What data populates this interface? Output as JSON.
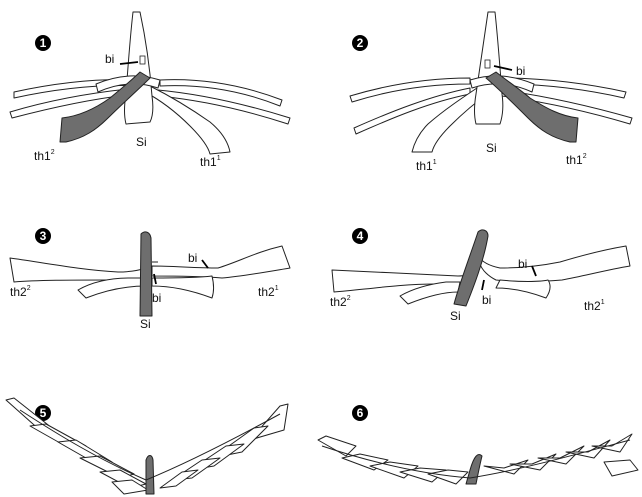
{
  "figure": {
    "panels": [
      {
        "number": "1",
        "labels": {
          "bi": "bi",
          "si": "Si",
          "left": "th1",
          "left_sup": "2",
          "right": "th1",
          "right_sup": "1"
        }
      },
      {
        "number": "2",
        "labels": {
          "bi": "bi",
          "si": "Si",
          "left": "th1",
          "left_sup": "1",
          "right": "th1",
          "right_sup": "2"
        }
      },
      {
        "number": "3",
        "labels": {
          "bi_upper": "bi",
          "bi_lower": "bi",
          "si": "Si",
          "left": "th2",
          "left_sup": "2",
          "right": "th2",
          "right_sup": "1"
        }
      },
      {
        "number": "4",
        "labels": {
          "bi_upper": "bi",
          "bi_lower": "bi",
          "si": "Si",
          "left": "th2",
          "left_sup": "2",
          "right": "th2",
          "right_sup": "1"
        }
      },
      {
        "number": "5"
      },
      {
        "number": "6"
      }
    ]
  }
}
